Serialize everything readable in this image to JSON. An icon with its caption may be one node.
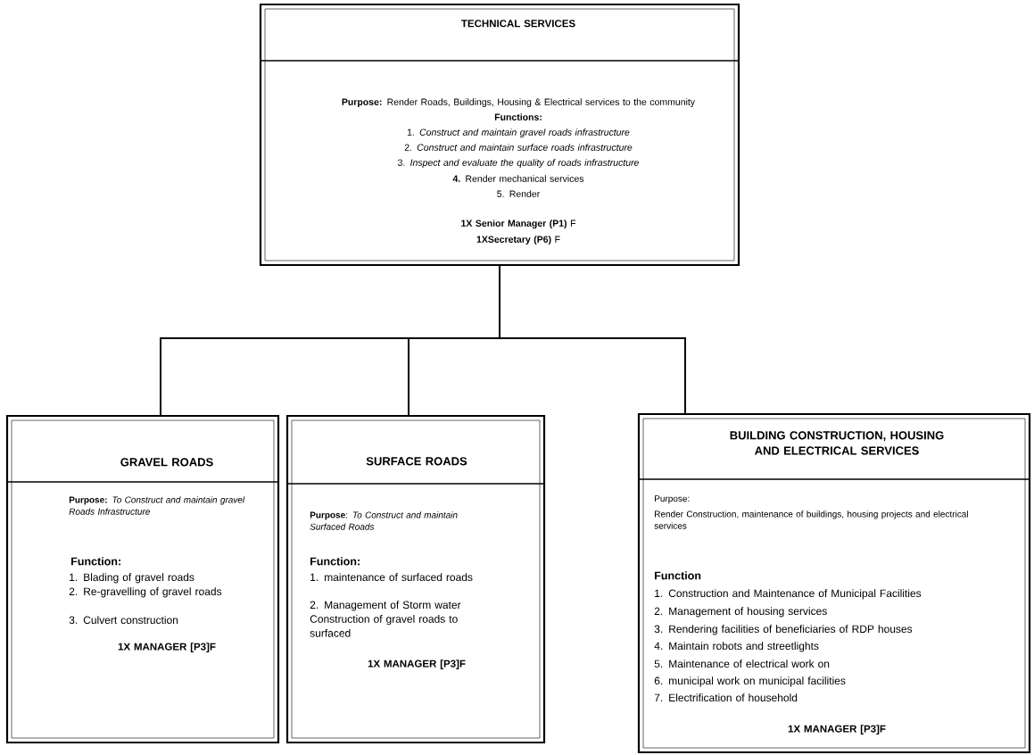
{
  "diagram": {
    "nodes": [
      {
        "text": [
          "TECHNICAL SERVICES",
          "**Purpose:** Render Roads, Buildings, Housing & Electrical services to the community",
          "Functions:",
          "1. *Construct and maintain gravel roads infrastructure*",
          "2. *Construct and maintain surface roads infrastructure*",
          "3. *Inspect and evaluate the quality of roads infrastructure*",
          "**4.** Render mechanical services",
          "5. Render",
          "**1X Senior Manager (P1)** F",
          "**1XSecretary (P6)** F"
        ]
      },
      {
        "text": [
          "GRAVEL ROADS",
          "**Purpose:** *To Construct and maintain gravel Roads Infrastructure*",
          "Function:",
          "1. Blading of gravel roads",
          "2. Re-gravelling of gravel roads",
          "3. Culvert construction",
          "1X MANAGER [P3]F"
        ]
      },
      {
        "text": [
          "SURFACE ROADS",
          "**Purpose**: *To Construct and maintain Surfaced Roads*",
          "Function:",
          "1. maintenance of surfaced roads",
          "2. Management of Storm water Construction of gravel roads to surfaced",
          "1X MANAGER [P3]F"
        ]
      },
      {
        "text": [
          "BUILDING CONSTRUCTION, HOUSING AND ELECTRICAL SERVICES",
          "Purpose:",
          "Render Construction, maintenance of buildings, housing projects and electrical services",
          "Function",
          "1. Construction and Maintenance of Municipal Facilities",
          "2. Management of housing services",
          "3. Rendering facilities of beneficiaries of RDP houses",
          "4. Maintain robots and streetlights",
          "5. Maintenance of electrical work on",
          "6. municipal work on municipal facilities",
          "7. Electrification of household",
          "1X MANAGER [P3]F"
        ]
      }
    ],
    "edges": [
      {
        "from": 0,
        "to": 1,
        "arrow": "none"
      },
      {
        "from": 0,
        "to": 2,
        "arrow": "none"
      },
      {
        "from": 0,
        "to": 3,
        "arrow": "none"
      }
    ]
  }
}
